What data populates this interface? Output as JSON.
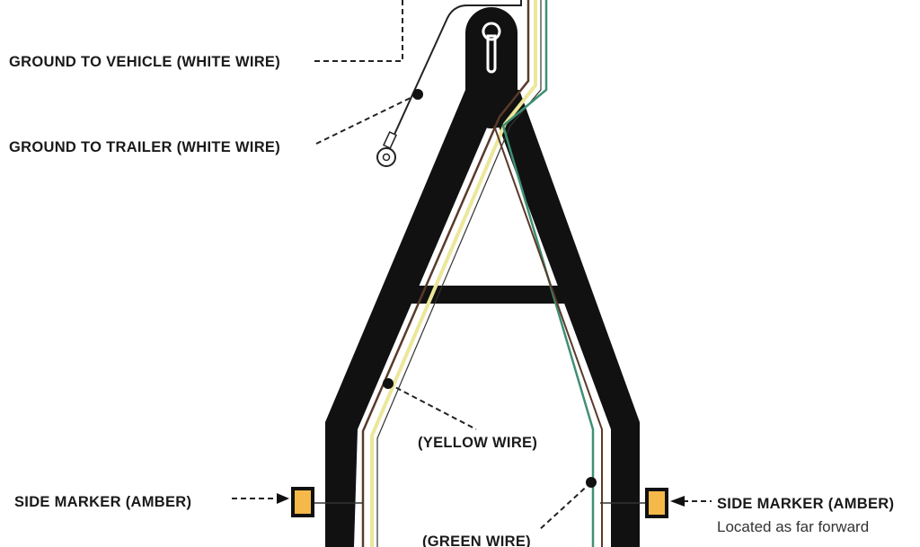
{
  "labels": {
    "ground_vehicle": "GROUND TO VEHICLE (WHITE WIRE)",
    "ground_trailer": "GROUND TO TRAILER (WHITE WIRE)",
    "yellow_wire": "(YELLOW WIRE)",
    "green_wire": "(GREEN WIRE)",
    "side_marker_left": "SIDE MARKER (AMBER)",
    "side_marker_right": "SIDE MARKER (AMBER)",
    "side_marker_note": "Located as far forward"
  },
  "colors": {
    "frame": "#111111",
    "yellow_wire": "#ece79a",
    "green_wire": "#3f8f74",
    "brown_wire": "#5a3a2a",
    "white_wire": "#222222",
    "amber": "#f5b94a"
  }
}
